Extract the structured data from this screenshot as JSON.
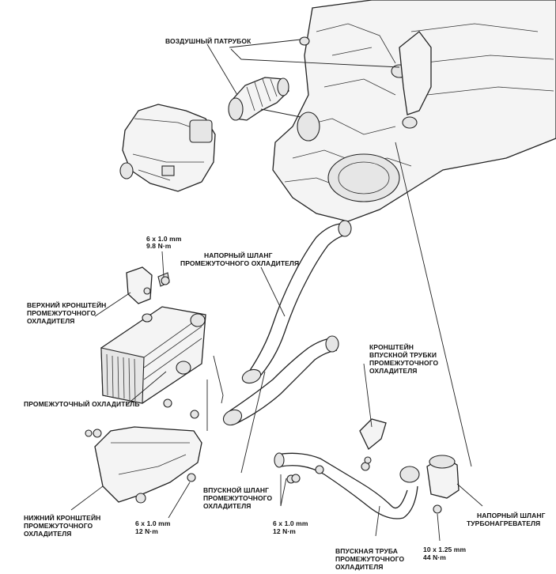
{
  "labels": {
    "air_duct": "ВОЗДУШНЫЙ ПАТРУБОК",
    "torque_top_1": "6 x 1.0 mm",
    "torque_top_2": "9.8 N·m",
    "ic_pressure_hose_1": "НАПОРНЫЙ ШЛАНГ",
    "ic_pressure_hose_2": "ПРОМЕЖУТОЧНОГО ОХЛАДИТЕЛЯ",
    "upper_bracket_1": "ВЕРХНИЙ КРОНШТЕЙН",
    "upper_bracket_2": "ПРОМЕЖУТОЧНОГО",
    "upper_bracket_3": "ОХЛАДИТЕЛЯ",
    "intake_pipe_bracket_1": "КРОНШТЕЙН",
    "intake_pipe_bracket_2": "ВПУСКНОЙ ТРУБКИ",
    "intake_pipe_bracket_3": "ПРОМЕЖУТОЧНОГО",
    "intake_pipe_bracket_4": "ОХЛАДИТЕЛЯ",
    "intercooler": "ПРОМЕЖУТОЧНЫЙ ОХЛАДИТЕЛЬ",
    "lower_bracket_1": "НИЖНИЙ КРОНШТЕЙН",
    "lower_bracket_2": "ПРОМЕЖУТОЧНОГО",
    "lower_bracket_3": "ОХЛАДИТЕЛЯ",
    "torque_lower_1": "6 x 1.0 mm",
    "torque_lower_2": "12 N·m",
    "intake_hose_1": "ВПУСКНОЙ ШЛАНГ",
    "intake_hose_2": "ПРОМЕЖУТОЧНОГО",
    "intake_hose_3": "ОХЛАДИТЕЛЯ",
    "torque_mid_1": "6 x 1.0 mm",
    "torque_mid_2": "12 N·m",
    "intake_pipe_1": "ВПУСКНАЯ ТРУБА",
    "intake_pipe_2": "ПРОМЕЖУТОЧНОГО",
    "intake_pipe_3": "ОХЛАДИТЕЛЯ",
    "torque_bolt_1": "10 x 1.25 mm",
    "torque_bolt_2": "44 N·m",
    "turbo_hose_1": "НАПОРНЫЙ ШЛАНГ",
    "turbo_hose_2": "ТУРБОНАГРЕВАТЕЛЯ"
  }
}
